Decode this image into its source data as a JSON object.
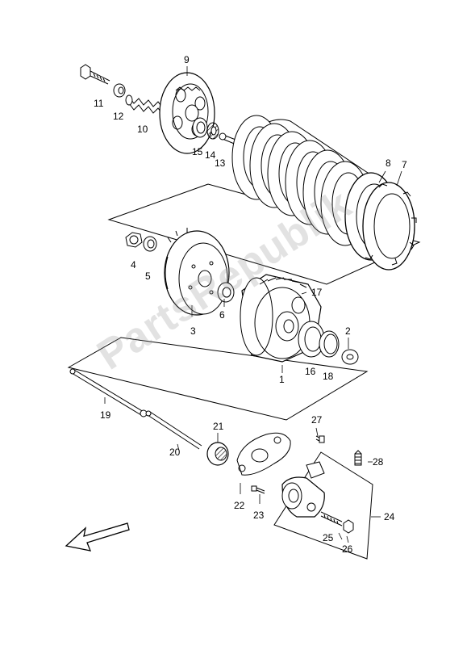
{
  "watermark": "PartsRepublik",
  "callouts": {
    "c1": "1",
    "c2": "2",
    "c3": "3",
    "c4": "4",
    "c5": "5",
    "c6": "6",
    "c7": "7",
    "c8": "8",
    "c9": "9",
    "c10": "10",
    "c11": "11",
    "c12": "12",
    "c13": "13",
    "c14": "14",
    "c15": "15",
    "c16": "16",
    "c17": "17",
    "c18": "18",
    "c19": "19",
    "c20": "20",
    "c21": "21",
    "c22": "22",
    "c23": "23",
    "c24": "24",
    "c25": "25",
    "c26": "26",
    "c27": "27",
    "c28": "28"
  },
  "colors": {
    "line": "#000000",
    "watermark": "#969696"
  }
}
